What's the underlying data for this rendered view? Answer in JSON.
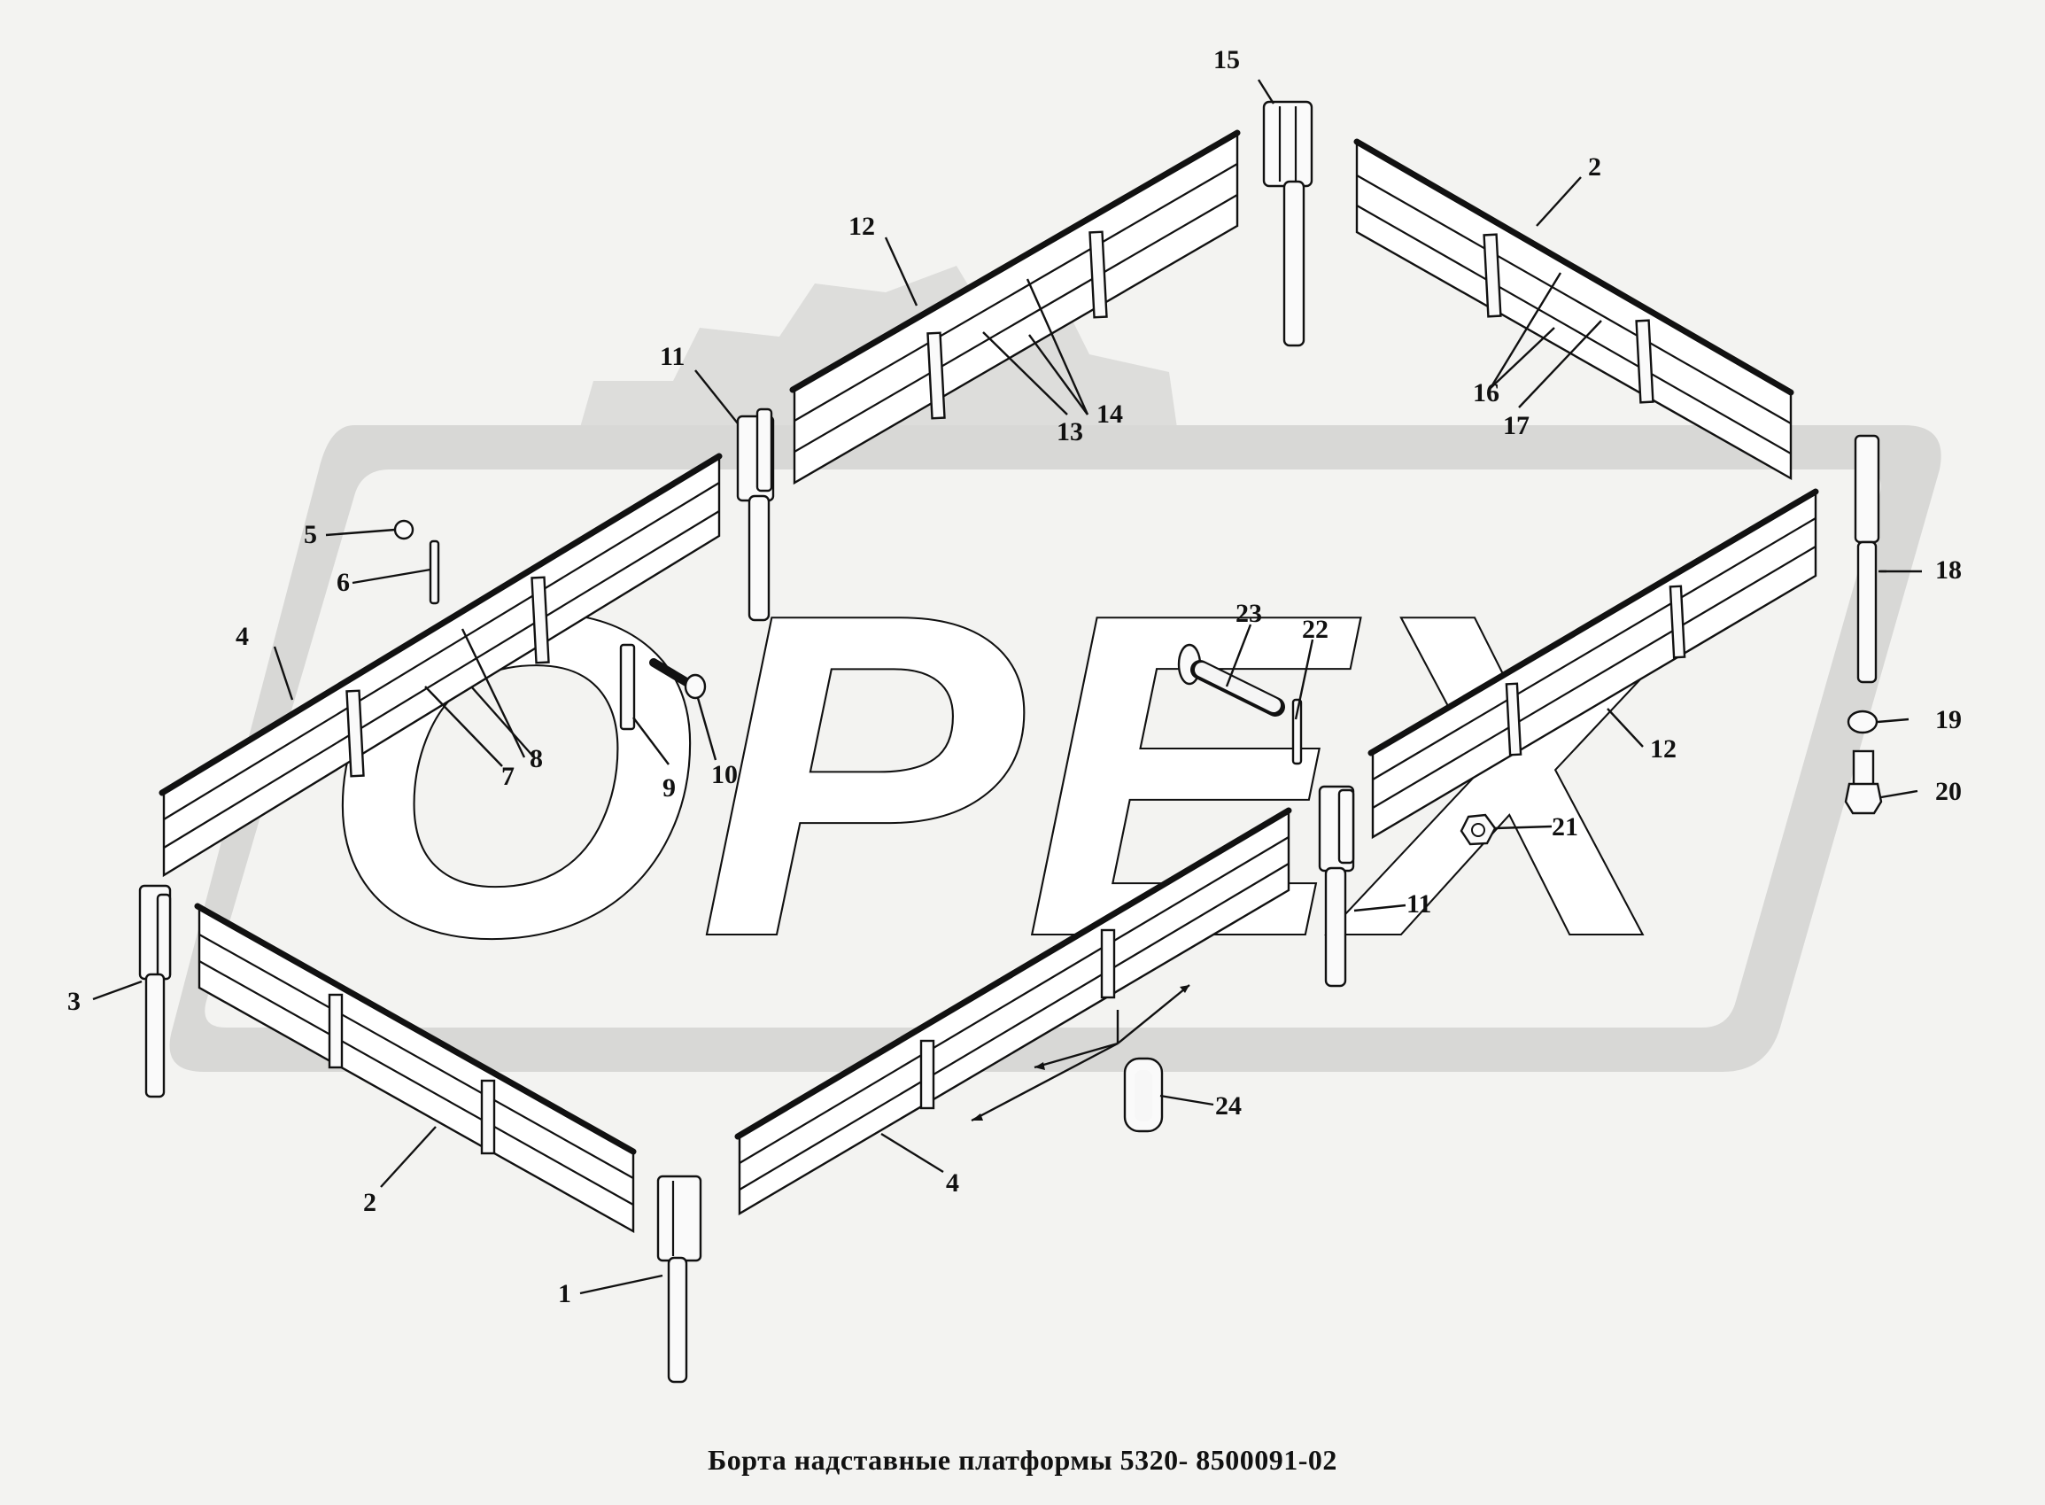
{
  "caption": "Борта надставные платформы 5320- 8500091-02",
  "watermark": {
    "text": "OPEX",
    "color": "#d6d6d4",
    "gear_color": "#dcdcda"
  },
  "callouts": [
    "1",
    "2",
    "2",
    "3",
    "4",
    "4",
    "5",
    "6",
    "7",
    "8",
    "9",
    "10",
    "11",
    "11",
    "12",
    "12",
    "13",
    "14",
    "15",
    "16",
    "17",
    "18",
    "19",
    "20",
    "21",
    "22",
    "23",
    "24"
  ]
}
